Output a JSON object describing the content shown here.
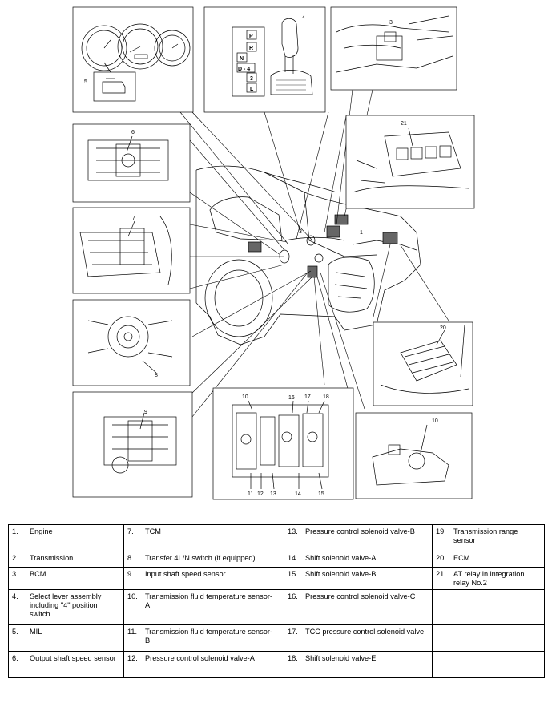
{
  "callouts": {
    "c1": "1",
    "c3a": "3",
    "c3b": "3",
    "c4": "4",
    "c5": "5",
    "c6": "6",
    "c7": "7",
    "c8": "8",
    "c9": "9",
    "c10a": "10",
    "c10b": "10",
    "c11": "11",
    "c12": "12",
    "c13": "13",
    "c14": "14",
    "c15": "15",
    "c16": "16",
    "c17": "17",
    "c18": "18",
    "c20": "20",
    "c21": "21"
  },
  "shifter_labels": {
    "p": "P",
    "r": "R",
    "n": "N",
    "d4": "D - 4",
    "three": "3",
    "l": "L"
  },
  "legend": [
    [
      {
        "num": "1.",
        "text": "Engine"
      },
      {
        "num": "7.",
        "text": "TCM"
      },
      {
        "num": "13.",
        "text": "Pressure control solenoid valve-B"
      },
      {
        "num": "19.",
        "text": "Transmission range sensor"
      }
    ],
    [
      {
        "num": "2.",
        "text": "Transmission"
      },
      {
        "num": "8.",
        "text": "Transfer 4L/N switch (if equipped)"
      },
      {
        "num": "14.",
        "text": "Shift solenoid valve-A"
      },
      {
        "num": "20.",
        "text": "ECM"
      }
    ],
    [
      {
        "num": "3.",
        "text": "BCM"
      },
      {
        "num": "9.",
        "text": "Input shaft speed sensor"
      },
      {
        "num": "15.",
        "text": "Shift solenoid valve-B"
      },
      {
        "num": "21.",
        "text": "AT relay in integration relay No.2"
      }
    ],
    [
      {
        "num": "4.",
        "text": "Select lever assembly including \"4\" position switch"
      },
      {
        "num": "10.",
        "text": "Transmission fluid temperature sensor-A"
      },
      {
        "num": "16.",
        "text": "Pressure control solenoid valve-C"
      },
      {
        "num": "",
        "text": ""
      }
    ],
    [
      {
        "num": "5.",
        "text": "MIL"
      },
      {
        "num": "11.",
        "text": "Transmission fluid temperature sensor-B"
      },
      {
        "num": "17.",
        "text": "TCC pressure control solenoid valve"
      },
      {
        "num": "",
        "text": ""
      }
    ],
    [
      {
        "num": "6.",
        "text": "Output shaft speed sensor"
      },
      {
        "num": "12.",
        "text": "Pressure control solenoid valve-A"
      },
      {
        "num": "18.",
        "text": "Shift solenoid valve-E"
      },
      {
        "num": "",
        "text": ""
      }
    ]
  ]
}
